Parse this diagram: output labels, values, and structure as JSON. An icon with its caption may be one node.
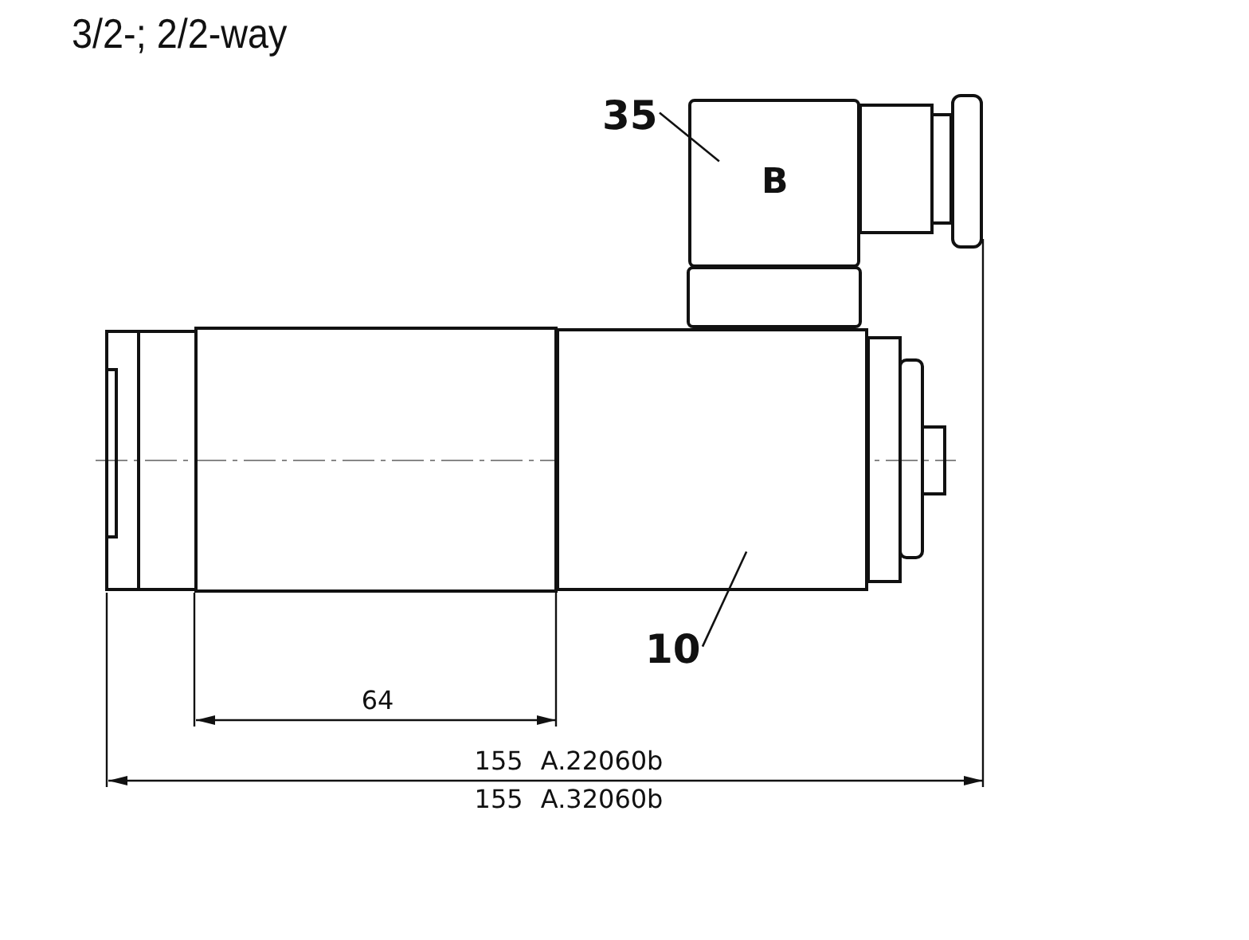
{
  "diagram": {
    "title": "3/2-; 2/2-way",
    "nodes": [
      {
        "text": [
          "35"
        ]
      },
      {
        "text": [
          "B"
        ]
      },
      {
        "text": [
          "10"
        ]
      },
      {
        "text": [],
        "shape": "box"
      }
    ],
    "edges": [
      {
        "from": 0,
        "to": 1,
        "arrow": "none"
      },
      {
        "from": 2,
        "to": 3,
        "arrow": "none"
      }
    ],
    "labels": [
      "64",
      "155 A.22060b",
      "155 A.32060b"
    ]
  }
}
